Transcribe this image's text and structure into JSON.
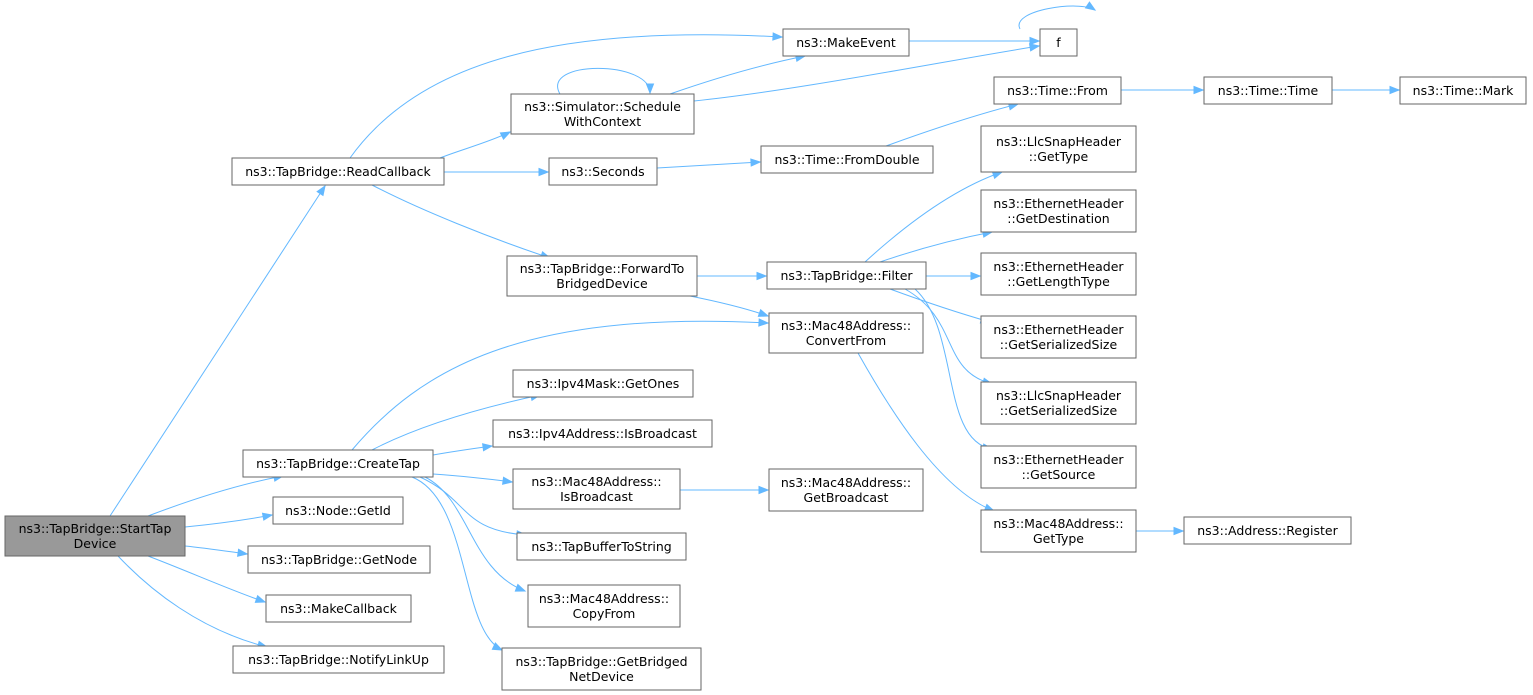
{
  "graph": {
    "accent_color": "#63b8ff",
    "root_fill": "#999999",
    "nodes": [
      {
        "id": "start",
        "lines": [
          "ns3::TapBridge::StartTap",
          "Device"
        ]
      },
      {
        "id": "readcb",
        "lines": [
          "ns3::TapBridge::ReadCallback"
        ]
      },
      {
        "id": "createtap",
        "lines": [
          "ns3::TapBridge::CreateTap"
        ]
      },
      {
        "id": "getid",
        "lines": [
          "ns3::Node::GetId"
        ]
      },
      {
        "id": "getnode",
        "lines": [
          "ns3::TapBridge::GetNode"
        ]
      },
      {
        "id": "makecb",
        "lines": [
          "ns3::MakeCallback"
        ]
      },
      {
        "id": "notify",
        "lines": [
          "ns3::TapBridge::NotifyLinkUp"
        ]
      },
      {
        "id": "makeevent",
        "lines": [
          "ns3::MakeEvent"
        ]
      },
      {
        "id": "f",
        "lines": [
          "f"
        ]
      },
      {
        "id": "schedctx",
        "lines": [
          "ns3::Simulator::Schedule",
          "WithContext"
        ]
      },
      {
        "id": "seconds",
        "lines": [
          "ns3::Seconds"
        ]
      },
      {
        "id": "forward",
        "lines": [
          "ns3::TapBridge::ForwardTo",
          "BridgedDevice"
        ]
      },
      {
        "id": "timefrom",
        "lines": [
          "ns3::Time::From"
        ]
      },
      {
        "id": "timetime",
        "lines": [
          "ns3::Time::Time"
        ]
      },
      {
        "id": "timemark",
        "lines": [
          "ns3::Time::Mark"
        ]
      },
      {
        "id": "fromdouble",
        "lines": [
          "ns3::Time::FromDouble"
        ]
      },
      {
        "id": "filter",
        "lines": [
          "ns3::TapBridge::Filter"
        ]
      },
      {
        "id": "convertfrom",
        "lines": [
          "ns3::Mac48Address::",
          "ConvertFrom"
        ]
      },
      {
        "id": "llcgettype",
        "lines": [
          "ns3::LlcSnapHeader",
          "::GetType"
        ]
      },
      {
        "id": "ethdest",
        "lines": [
          "ns3::EthernetHeader",
          "::GetDestination"
        ]
      },
      {
        "id": "ethlen",
        "lines": [
          "ns3::EthernetHeader",
          "::GetLengthType"
        ]
      },
      {
        "id": "ethsize",
        "lines": [
          "ns3::EthernetHeader",
          "::GetSerializedSize"
        ]
      },
      {
        "id": "llcsize",
        "lines": [
          "ns3::LlcSnapHeader",
          "::GetSerializedSize"
        ]
      },
      {
        "id": "ethsrc",
        "lines": [
          "ns3::EthernetHeader",
          "::GetSource"
        ]
      },
      {
        "id": "macgettype",
        "lines": [
          "ns3::Mac48Address::",
          "GetType"
        ]
      },
      {
        "id": "addrreg",
        "lines": [
          "ns3::Address::Register"
        ]
      },
      {
        "id": "ipv4mask",
        "lines": [
          "ns3::Ipv4Mask::GetOnes"
        ]
      },
      {
        "id": "ipv4bcast",
        "lines": [
          "ns3::Ipv4Address::IsBroadcast"
        ]
      },
      {
        "id": "macisbcast",
        "lines": [
          "ns3::Mac48Address::",
          "IsBroadcast"
        ]
      },
      {
        "id": "macgetbcast",
        "lines": [
          "ns3::Mac48Address::",
          "GetBroadcast"
        ]
      },
      {
        "id": "tapbuf",
        "lines": [
          "ns3::TapBufferToString"
        ]
      },
      {
        "id": "copyfrom",
        "lines": [
          "ns3::Mac48Address::",
          "CopyFrom"
        ]
      },
      {
        "id": "getbridged",
        "lines": [
          "ns3::TapBridge::GetBridged",
          "NetDevice"
        ]
      }
    ],
    "edges": [
      [
        "start",
        "readcb"
      ],
      [
        "start",
        "createtap"
      ],
      [
        "start",
        "getid"
      ],
      [
        "start",
        "getnode"
      ],
      [
        "start",
        "makecb"
      ],
      [
        "start",
        "notify"
      ],
      [
        "readcb",
        "makeevent"
      ],
      [
        "readcb",
        "schedctx"
      ],
      [
        "readcb",
        "seconds"
      ],
      [
        "readcb",
        "forward"
      ],
      [
        "makeevent",
        "f"
      ],
      [
        "f",
        "f"
      ],
      [
        "schedctx",
        "schedctx"
      ],
      [
        "schedctx",
        "makeevent"
      ],
      [
        "schedctx",
        "f"
      ],
      [
        "seconds",
        "fromdouble"
      ],
      [
        "fromdouble",
        "timefrom"
      ],
      [
        "timefrom",
        "timetime"
      ],
      [
        "timetime",
        "timemark"
      ],
      [
        "forward",
        "filter"
      ],
      [
        "forward",
        "convertfrom"
      ],
      [
        "filter",
        "llcgettype"
      ],
      [
        "filter",
        "ethdest"
      ],
      [
        "filter",
        "ethlen"
      ],
      [
        "filter",
        "ethsize"
      ],
      [
        "filter",
        "llcsize"
      ],
      [
        "filter",
        "ethsrc"
      ],
      [
        "convertfrom",
        "macgettype"
      ],
      [
        "macgettype",
        "addrreg"
      ],
      [
        "createtap",
        "convertfrom"
      ],
      [
        "createtap",
        "ipv4mask"
      ],
      [
        "createtap",
        "ipv4bcast"
      ],
      [
        "createtap",
        "macisbcast"
      ],
      [
        "createtap",
        "tapbuf"
      ],
      [
        "createtap",
        "copyfrom"
      ],
      [
        "createtap",
        "getbridged"
      ],
      [
        "macisbcast",
        "macgetbcast"
      ]
    ]
  }
}
